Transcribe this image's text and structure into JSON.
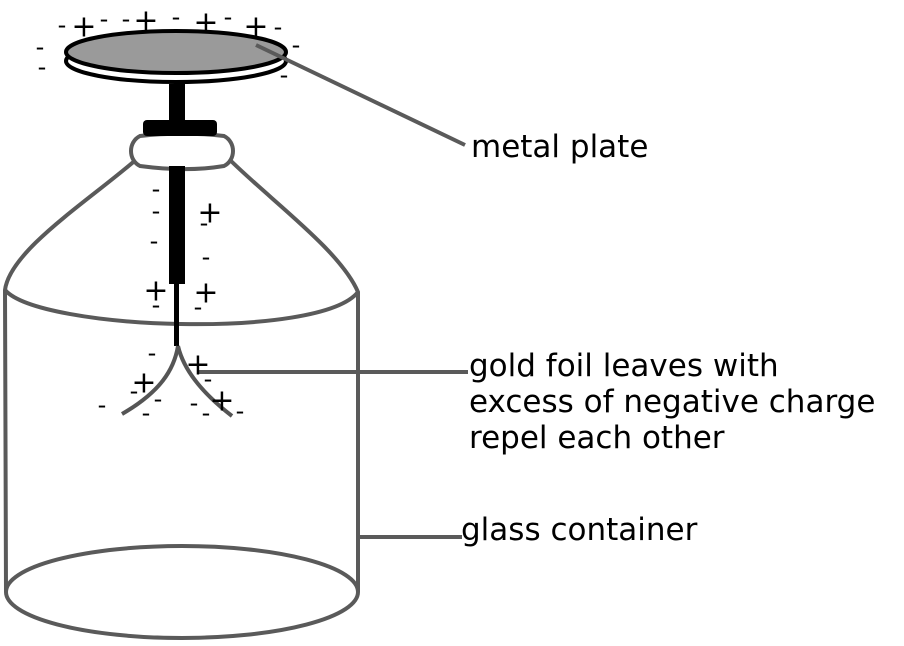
{
  "labels": {
    "metal_plate": "metal plate",
    "gold_foil_line1": "gold foil leaves with",
    "gold_foil_line2": "excess of negative charge",
    "gold_foil_line3": "repel each other",
    "glass_container": "glass container"
  },
  "charge_symbols": {
    "positive": "+",
    "negative": "-"
  },
  "colors": {
    "outline": "#555555",
    "plate_fill": "#9a9a9a",
    "rod": "#000000",
    "text": "#000000"
  }
}
